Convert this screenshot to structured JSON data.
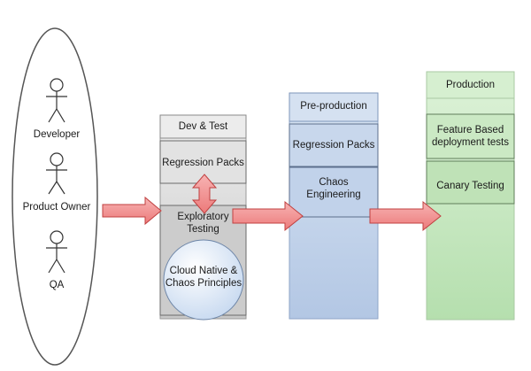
{
  "actors": [
    {
      "label": "Developer"
    },
    {
      "label": "Product Owner"
    },
    {
      "label": "QA"
    }
  ],
  "stages": {
    "dev_test": {
      "title": "Dev & Test",
      "items": [
        "Regression Packs",
        "Exploratory\nTesting"
      ],
      "circle_label": "Cloud Native &\nChaos Principles"
    },
    "pre_production": {
      "title": "Pre-production",
      "items": [
        "Regression Packs",
        "Chaos\nEngineering"
      ]
    },
    "production": {
      "title": "Production",
      "items": [
        "Feature Based\ndeployment tests",
        "Canary Testing"
      ]
    }
  },
  "colors": {
    "dev_test_fill": "#d9d9d9",
    "pre_production_fill": "#c5d5ea",
    "production_fill": "#c6e6c0",
    "arrow_fill": "#f08a8a",
    "arrow_stroke": "#c04040"
  }
}
